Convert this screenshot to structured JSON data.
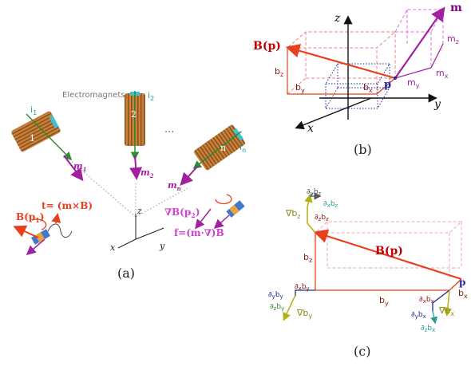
{
  "panel_a": {
    "caption": "(a)",
    "title": "Electromagnets",
    "ellipsis": "...",
    "coil_numbers": [
      "1",
      "2",
      "n"
    ],
    "currents": [
      "i",
      "i",
      "i"
    ],
    "current_subs": [
      "1",
      "2",
      "n"
    ],
    "moments": [
      "m",
      "m",
      "m"
    ],
    "moment_subs": [
      "1",
      "2",
      "n"
    ],
    "torque_eq": "t= (m×B)",
    "field_label": "B(p",
    "field_sub": "1",
    "gradient_label": "∇B(p",
    "gradient_sub": "2",
    "force_eq": "f=(m·∇)B",
    "axes": {
      "x": "x",
      "y": "y",
      "z": "z"
    }
  },
  "panel_b": {
    "caption": "(b)",
    "field": "B(p)",
    "point": "p",
    "moment": "m",
    "axes": {
      "x": "x",
      "y": "y",
      "z": "z"
    },
    "components": {
      "bz": [
        "b",
        "z"
      ],
      "by": [
        "b",
        "y"
      ],
      "bx": [
        "b",
        "x"
      ],
      "mz": [
        "m",
        "z"
      ],
      "my": [
        "m",
        "y"
      ],
      "mx": [
        "m",
        "x"
      ]
    }
  },
  "panel_c": {
    "caption": "(c)",
    "field": "B(p)",
    "point": "p",
    "bz": [
      "b",
      "z"
    ],
    "by": [
      "b",
      "y"
    ],
    "bx": [
      "b",
      "x"
    ],
    "grad_bz": [
      "∇b",
      "z"
    ],
    "grad_by": [
      "∇b",
      "y"
    ],
    "grad_bx": [
      "∇b",
      "x"
    ],
    "dy_bz": [
      "∂",
      "y",
      "b",
      "z"
    ],
    "dx_bz": [
      "∂",
      "x",
      "b",
      "z"
    ],
    "dz_bz": [
      "∂",
      "z",
      "b",
      "z"
    ],
    "dx_by": [
      "∂",
      "x",
      "b",
      "y"
    ],
    "dz_by": [
      "∂",
      "z",
      "b",
      "y"
    ],
    "dy_by": [
      "∂",
      "y",
      "b",
      "y"
    ],
    "dx_bx": [
      "∂",
      "x",
      "b",
      "x"
    ],
    "dy_bx": [
      "∂",
      "y",
      "b",
      "x"
    ],
    "dz_bx": [
      "∂",
      "z",
      "b",
      "x"
    ]
  },
  "colors": {
    "field": "#e8401c",
    "moment": "#a020a0",
    "pink_dash": "#f08080",
    "blue": "#1e2aa0",
    "olive": "#b5b014",
    "teal": "#2a9a9a",
    "coil": "#c8813a",
    "green": "#2e8b2e",
    "cyan": "#40c0d0"
  }
}
